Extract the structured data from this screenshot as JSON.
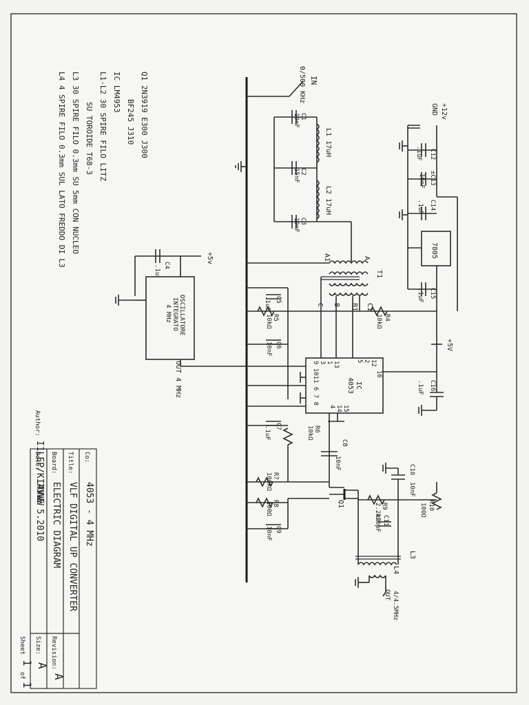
{
  "notes": [
    "Q1  2N3919  E300  J300",
    "BF245  J310",
    "IC  LM4953",
    "L1-L2 30 SPIRE FILO LITZ",
    "SU TOROIDE T68-3",
    "L3  30 SPIRE FILO 0.3mm SU 5mm CON NUCLEO",
    "L4  4 SPIRE FILO 0.3mm SUL LATO FREDDO DI L3"
  ],
  "title_block": {
    "co_label": "Co:",
    "co": "4053 - 4 MHz",
    "title_label": "Title:",
    "title": "VLF DIGITAL UP CONVERTER",
    "board_label": "Board:",
    "board": "ELECTRIC DIAGRAM",
    "revision_label": "Revision:",
    "revision": "A",
    "author_label": "Author:",
    "author": "I1LEP/KI4VWW",
    "size_label": "Size:",
    "size": "A",
    "date_label": "Date:",
    "date": "JUNE 5.2010",
    "sheet_label": "Sheet",
    "sheet_num": "1",
    "of_label": "of",
    "sheet_total": "1"
  },
  "labels": {
    "in": "IN",
    "in_freq": "0/500 KHz",
    "c1": "C1",
    "c1_val": "10nF",
    "l1": "L1 17uH",
    "c2": "C2",
    "c2_val": "15nF",
    "l2": "L2 17uH",
    "c3": "C3",
    "c3_val": "10nF",
    "plus12": "+12v",
    "gnd": "GND",
    "c12": "C12",
    "c12_val": ".1uF",
    "c13": "±C13",
    "c13_val": "10nF",
    "c14": "C14",
    "c14_val": ".1uF",
    "reg": "7805",
    "c15": "C15",
    "c15_val": ".1uF",
    "plus5a": "+5v",
    "c4": "C4",
    "c4_val": ".1uF",
    "osc1": "OSCILLATORE",
    "osc2": "INTEGRATO",
    "osc3": "4 MHz",
    "osc_out": "OUT 4 MHz",
    "a1": "A1",
    "a": "A",
    "t1": "T1",
    "pin_c": "C",
    "pin_b": "B",
    "pin_b1": "B1",
    "pin_c1": "C1",
    "c5": "C5",
    "c5_val": ".1uF",
    "r5": "R5",
    "r5_val": "10kΩ",
    "r4": "R4",
    "r4_val": "10kΩ",
    "c6": "C6",
    "c6_val": "10nF",
    "plus5b": "+5V",
    "ic": "IC",
    "ic_part": "4053",
    "pins_l1": "13",
    "pins_l2": "1",
    "pins_l3": "3",
    "pins_m1": "9 1011",
    "pins_m2": "6 7 8",
    "pins_r1": "5",
    "pins_r2": "2",
    "pins_r3": "12",
    "pin16": "16",
    "pin15": "15",
    "pin14": "14",
    "pin4": "4",
    "c16": "C16",
    "c16_val": ".1uF",
    "c7": "C7",
    "c7_val": ".1uF",
    "r6": "R6",
    "r6_val": "10kΩ",
    "c8": "C8",
    "c8_val": "10nF",
    "c10": "C10",
    "c10_val": "10nF",
    "r7": "R7",
    "r7_val": "100kΩ",
    "r8": "R8",
    "r8_val": "100Ω",
    "q1": "Q1",
    "r9": "R9",
    "r9_val": "2.2kΩ",
    "r10": "R10",
    "r10_val": "100Ω",
    "c9": "C9",
    "c9_val": "10nF",
    "c11": "C11",
    "c11_val": "470pF",
    "l3": "L3",
    "l4": "L4",
    "out": "4/4.5MHz",
    "out2": "OUT"
  }
}
